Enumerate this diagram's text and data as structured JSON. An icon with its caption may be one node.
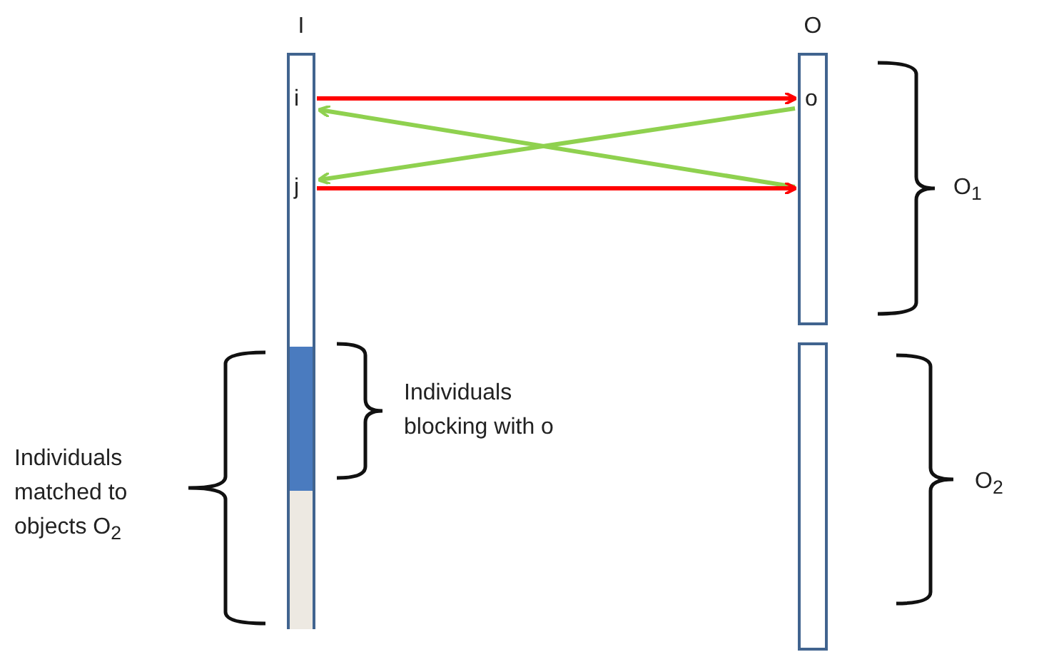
{
  "diagram": {
    "nodes": [
      {
        "text": [
          "I"
        ]
      },
      {
        "text": [
          "i"
        ],
        "in": 0
      },
      {
        "text": [
          "j"
        ],
        "in": 0
      },
      {
        "text": [],
        "shape": "bar",
        "in": 0
      },
      {
        "text": [],
        "shape": "bar",
        "in": 0
      },
      {
        "text": [
          "O"
        ]
      },
      {
        "text": [
          "o"
        ],
        "in": 5
      },
      {
        "text": [],
        "shape": "bar"
      }
    ],
    "edges": [
      {
        "from": 1,
        "to": 6,
        "arrow": "to",
        "color": "#ff0000"
      },
      {
        "from": 6,
        "to": 2,
        "arrow": "to",
        "color": "#8fd14f"
      },
      {
        "from": 5,
        "to": 1,
        "arrow": "to",
        "color": "#8fd14f"
      },
      {
        "from": 2,
        "to": 5,
        "arrow": "to",
        "color": "#ff0000"
      }
    ],
    "labels": [
      "O$_{1}$",
      "Individuals blocking with o",
      "Individuals matched to objects O$_{2}$",
      "O$_{2}$"
    ]
  }
}
